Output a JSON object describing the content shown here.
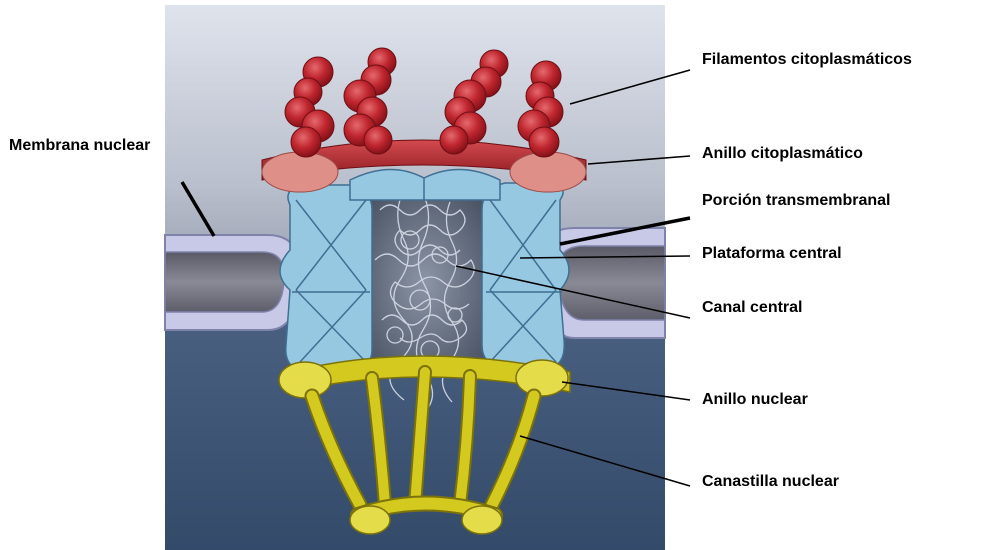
{
  "labels": {
    "membrana_nuclear": "Membrana nuclear",
    "filamentos": "Filamentos citoplasmáticos",
    "anillo_citoplasmatico": "Anillo citoplasmático",
    "porcion_transmembranal": "Porción transmembranal",
    "plataforma_central": "Plataforma central",
    "canal_central": "Canal central",
    "anillo_nuclear": "Anillo nuclear",
    "canastilla_nuclear": "Canastilla nuclear"
  },
  "colors": {
    "cytoplasm_top": "#d7dce6",
    "cytoplasm_bottom": "#9da5b6",
    "nucleoplasm": "#3f5676",
    "membrane": "#c8c9e6",
    "filaments": "#c0262f",
    "cytoplasmic_ring": "#b5242c",
    "ring_caps": "#de8f88",
    "spokes": "#96c8e2",
    "nuclear_basket": "#d4ca1f"
  }
}
